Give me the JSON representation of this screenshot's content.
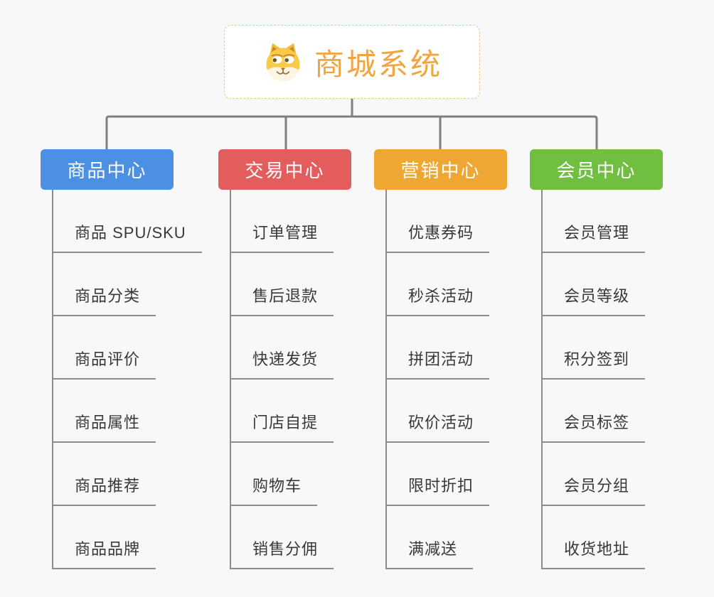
{
  "root": {
    "label": "商城系统",
    "icon": "dog-face-icon",
    "text_color": "#f0a541",
    "border_color": "#f2c488"
  },
  "branches": [
    {
      "id": "product-center",
      "label": "商品中心",
      "color": "#4b90e2",
      "items": [
        "商品 SPU/SKU",
        "商品分类",
        "商品评价",
        "商品属性",
        "商品推荐",
        "商品品牌"
      ]
    },
    {
      "id": "trade-center",
      "label": "交易中心",
      "color": "#e45d5d",
      "items": [
        "订单管理",
        "售后退款",
        "快递发货",
        "门店自提",
        "购物车",
        "销售分佣"
      ]
    },
    {
      "id": "marketing-center",
      "label": "营销中心",
      "color": "#efa733",
      "items": [
        "优惠券码",
        "秒杀活动",
        "拼团活动",
        "砍价活动",
        "限时折扣",
        "满减送"
      ]
    },
    {
      "id": "member-center",
      "label": "会员中心",
      "color": "#70bf41",
      "items": [
        "会员管理",
        "会员等级",
        "积分签到",
        "会员标签",
        "会员分组",
        "收货地址"
      ]
    }
  ],
  "style": {
    "background": "#f8f8f8",
    "connector_color": "#7f7f7f",
    "leaf_line_color": "#8c8c8c",
    "leaf_text_color": "#383838"
  }
}
